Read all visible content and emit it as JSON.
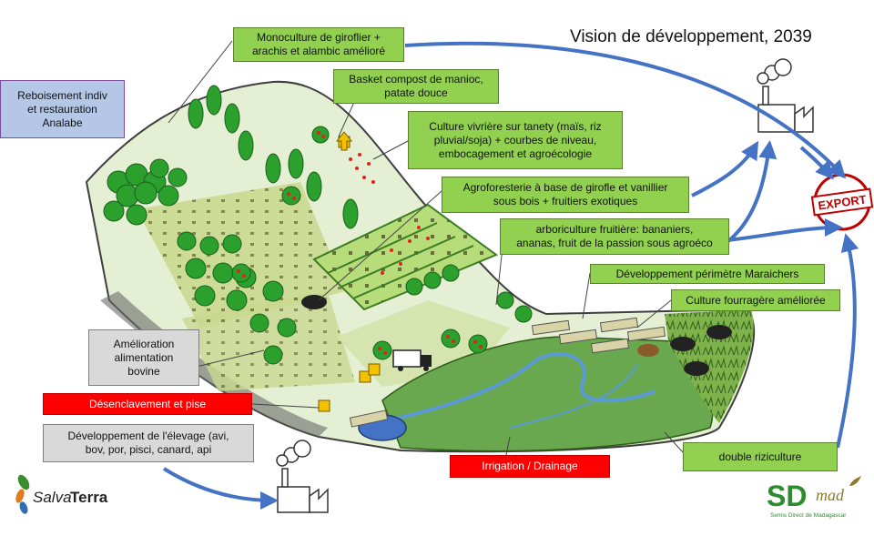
{
  "title": "Vision de développement, 2039",
  "labels": {
    "monoculture": "Monoculture de giroflier +\narachis et alambic amélioré",
    "reboisement": "Reboisement indiv\net restauration\nAnalabe",
    "basket": "Basket compost de manioc,\npatate douce",
    "culture_vivriere": "Culture vivrière sur tanety (maïs, riz\npluvial/soja) + courbes de niveau,\nembocagement et agroécologie",
    "agroforesterie": "Agroforesterie à base de girofle et vanillier\nsous bois + fruitiers exotiques",
    "arboriculture": "arboriculture fruitière: bananiers,\nananas, fruit de la passion sous agroéco",
    "maraichers": "Développement périmètre Maraichers",
    "fourragere": "Culture fourragère améliorée",
    "alimentation": "Amélioration\nalimentation\nbovine",
    "desenclavement": "Désenclavement et pise",
    "elevage": "Développement de l'élevage (avi,\nbov, por, pisci, canard, api",
    "irrigation": "Irrigation / Drainage",
    "riziculture": "double riziculture"
  },
  "stamp": "EXPORT",
  "logos": {
    "salvaterra_a": "Salva",
    "salvaterra_b": "Terra",
    "sd": "SD",
    "mad": "mad",
    "sd_sub": "Semis Direct de Madagascar"
  },
  "colors": {
    "label_green": "#92d050",
    "label_blue": "#b4c7e7",
    "label_grey": "#d9d9d9",
    "label_red": "#ff0000",
    "arrow_blue": "#4472c4",
    "export_red": "#c00000"
  }
}
